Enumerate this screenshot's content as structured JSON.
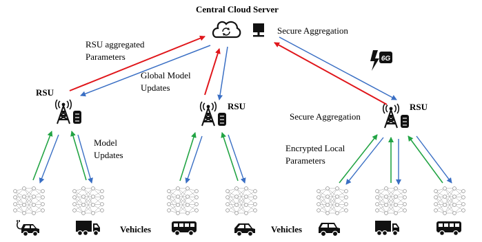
{
  "title": "Central Cloud Server",
  "labels": {
    "secure_aggregation_top": "Secure Aggregation",
    "rsu_aggregated_line1": "RSU aggregated",
    "rsu_aggregated_line2": "Parameters",
    "global_model_line1": "Global Model",
    "global_model_line2": "Updates",
    "model_updates_line1": "Model",
    "model_updates_line2": "Updates",
    "secure_aggregation_right": "Secure Aggregation",
    "encrypted_line1": "Encrypted Local",
    "encrypted_line2": "Parameters"
  },
  "rsu": [
    {
      "label": "RSU"
    },
    {
      "label": "RSU"
    },
    {
      "label": "RSU"
    }
  ],
  "vehicles_labels": [
    "Vehicles",
    "Vehicles"
  ],
  "network_badge": "6G",
  "vehicles": [
    {
      "icon": "ev-car-icon"
    },
    {
      "icon": "truck-icon"
    },
    {
      "icon": "bus-icon"
    },
    {
      "icon": "car-icon"
    },
    {
      "icon": "suv-icon"
    },
    {
      "icon": "truck-icon"
    },
    {
      "icon": "bus-icon"
    }
  ],
  "colors": {
    "upload": "#e0161b",
    "download": "#3a6fc4",
    "local": "#22a444",
    "icon": "#111111"
  }
}
